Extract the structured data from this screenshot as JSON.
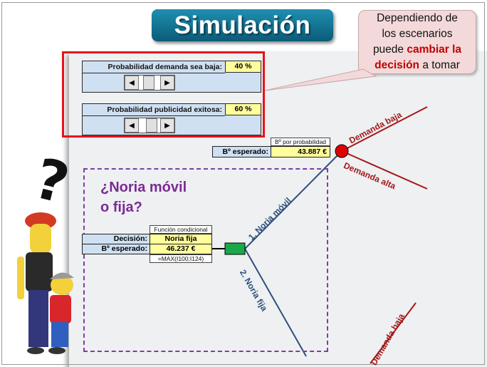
{
  "title": "Simulación",
  "callout": {
    "line1": "Dependiendo de",
    "line2": "los escenarios",
    "line3_pre": "puede ",
    "line3_hl": "cambiar la",
    "line4_hl": "decisión",
    "line4_post": " a tomar"
  },
  "controls": [
    {
      "label": "Probabilidad demanda sea baja:",
      "value": "40  %",
      "level": 0.4
    },
    {
      "label": "Probabilidad publicidad exitosa:",
      "value": "60  %",
      "level": 0.6
    }
  ],
  "expected_node": {
    "note": "Bº por probabilidad",
    "label": "Bº esperado:",
    "value": "43.887 €"
  },
  "decision": {
    "question_line1": "¿Noria  móvil",
    "question_line2": "o fija?",
    "note_top": "Función condicional",
    "decision_label": "Decisión:",
    "decision_value": "Noria fija",
    "expected_label": "Bº esperado:",
    "expected_value": "46.237 €",
    "formula": "=MAX(I100;I124)"
  },
  "branches": {
    "movil": "1. Noria móvil",
    "fija": "2. Noria fija",
    "demanda_baja": "Demanda baja",
    "demanda_alta": "Demanda alta",
    "demanda_baja_2": "Demanda baja"
  },
  "colors": {
    "accent": "#1f8fb0",
    "highlight": "#c00000",
    "purple": "#7b2b94",
    "tree_line": "#2e4f7a",
    "red_node": "#e00000",
    "green_node": "#1aa84a"
  }
}
